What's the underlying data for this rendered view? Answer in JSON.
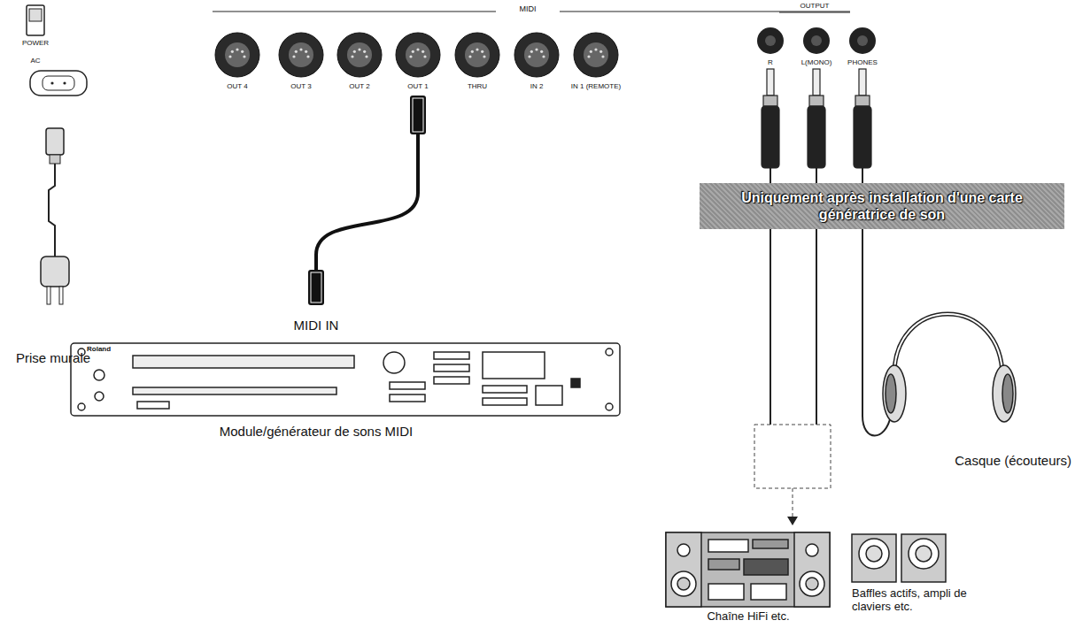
{
  "diagram": {
    "nodes": [
      {
        "text": [
          "OUT 1"
        ]
      },
      {
        "text": [
          "MIDI IN",
          "Module/générateur de sons MIDI"
        ]
      },
      {
        "text": [
          "Uniquement après installation d'une carte génératrice de son"
        ]
      }
    ],
    "edges": [
      {
        "from": 0,
        "to": 1,
        "arrow": "none"
      }
    ],
    "labels": [
      "POWER",
      "AC",
      "Prise murale",
      "MIDI",
      "OUT 4",
      "OUT 3",
      "OUT 2",
      "THRU",
      "IN 2",
      "IN 1 (REMOTE)",
      "OUTPUT",
      "R",
      "L(MONO)",
      "PHONES",
      "Casque (écouteurs)",
      "Chaîne HiFi etc.",
      "Baffles actifs, ampli de claviers etc.",
      "Roland"
    ]
  }
}
